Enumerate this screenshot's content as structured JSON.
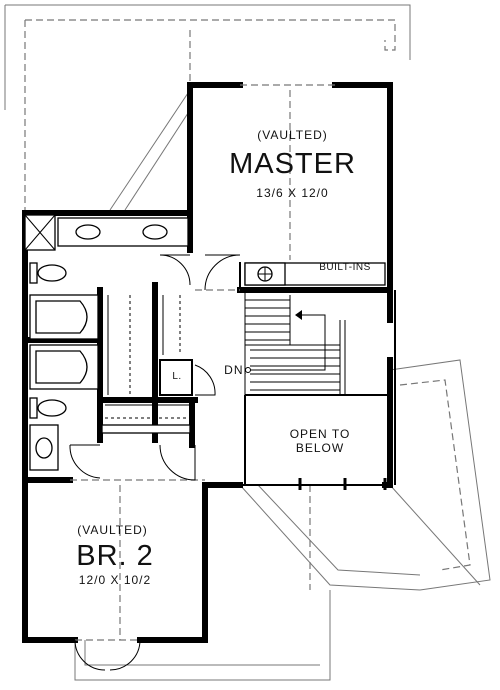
{
  "rooms": {
    "master": {
      "note": "(VAULTED)",
      "name": "MASTER",
      "size": "13/6 X 12/0"
    },
    "bedroom2": {
      "note": "(VAULTED)",
      "name": "BR. 2",
      "size": "12/0 X 10/2"
    }
  },
  "labels": {
    "built_ins": "BUILT-INS",
    "open_to_below": [
      "OPEN TO",
      "BELOW"
    ],
    "down": "DN.",
    "linen": "L."
  }
}
